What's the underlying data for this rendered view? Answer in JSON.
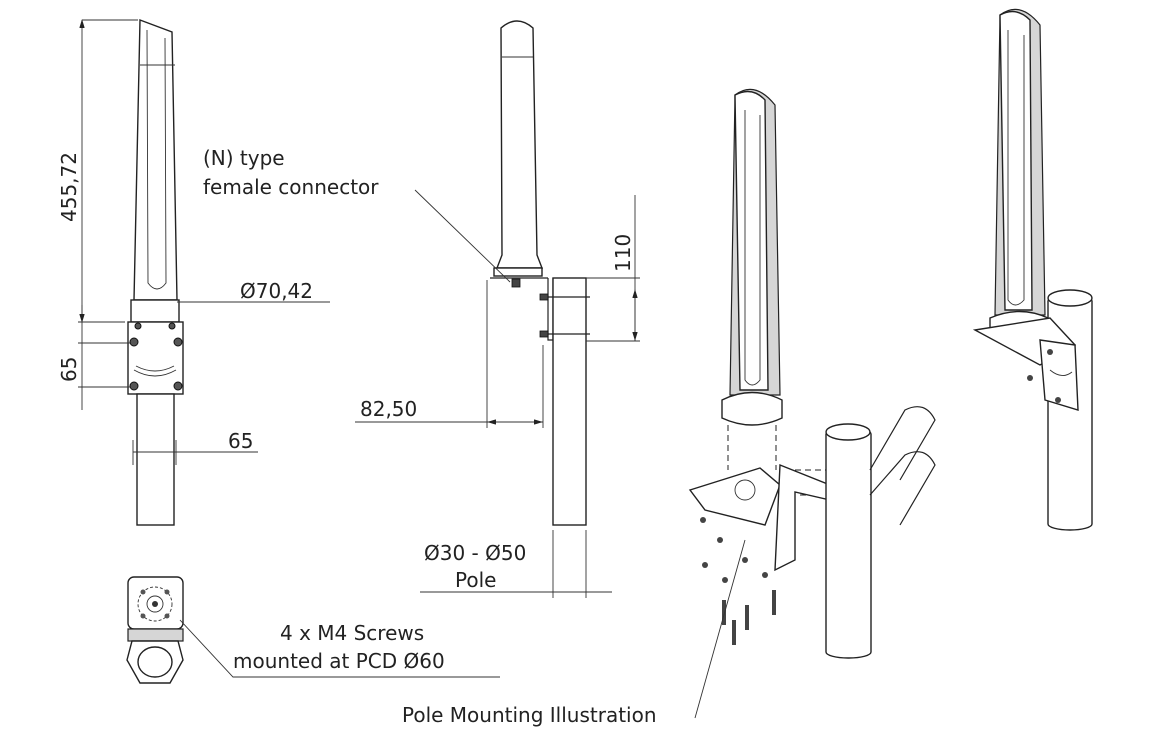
{
  "front_view": {
    "height_dim": "455,72",
    "bracket_height_dim": "65",
    "diameter_dim": "Ø70,42",
    "bracket_width_dim": "65"
  },
  "side_view": {
    "connector_label_line1": "(N) type",
    "connector_label_line2": "female connector",
    "offset_height_dim": "110",
    "offset_depth_dim": "82,50",
    "pole_diameter_dim": "Ø30 - Ø50",
    "pole_label": "Pole"
  },
  "top_view": {
    "screws_line1": "4 x M4 Screws",
    "screws_line2": "mounted at PCD Ø60"
  },
  "isometric": {
    "caption": "Pole Mounting Illustration"
  }
}
